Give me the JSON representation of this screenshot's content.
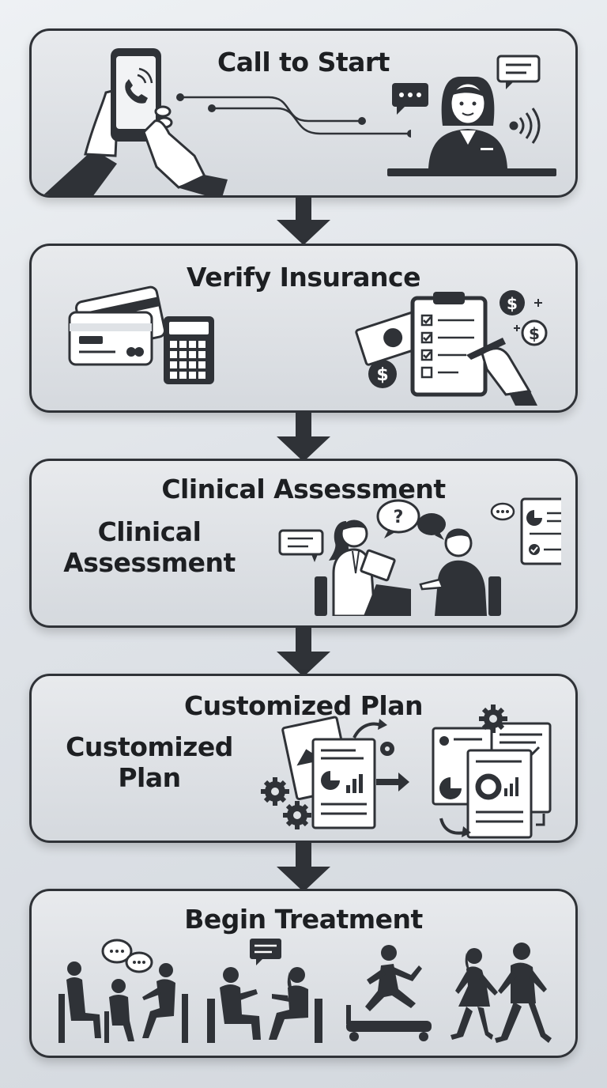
{
  "steps": [
    {
      "title": "Call to Start"
    },
    {
      "title": "Verify Insurance"
    },
    {
      "title": "Clinical Assessment",
      "side_line1": "Clinical",
      "side_line2": "Assessment"
    },
    {
      "title": "Customized Plan",
      "side_line1": "Customized",
      "side_line2": "Plan"
    },
    {
      "title": "Begin Treatment"
    }
  ],
  "icons": {
    "call": [
      "phone-in-hand-icon",
      "tap-hand-icon",
      "connection-lines-icon",
      "receptionist-icon",
      "chat-bubble-icon",
      "sound-waves-icon"
    ],
    "insurance": [
      "credit-cards-icon",
      "calculator-icon",
      "cash-icon",
      "clipboard-checklist-icon",
      "dollar-coins-icon"
    ],
    "assessment": [
      "clinician-with-clipboard-icon",
      "patient-icon",
      "question-bubble-icon",
      "report-icon"
    ],
    "plan": [
      "documents-icon",
      "gears-icon",
      "charts-icon"
    ],
    "treatment": [
      "group-therapy-icon",
      "counseling-icon",
      "treadmill-runner-icon",
      "walking-couple-icon"
    ]
  },
  "colors": {
    "ink": "#2f3237",
    "card": "#e3e6e9",
    "background": "#e4e8ec"
  }
}
